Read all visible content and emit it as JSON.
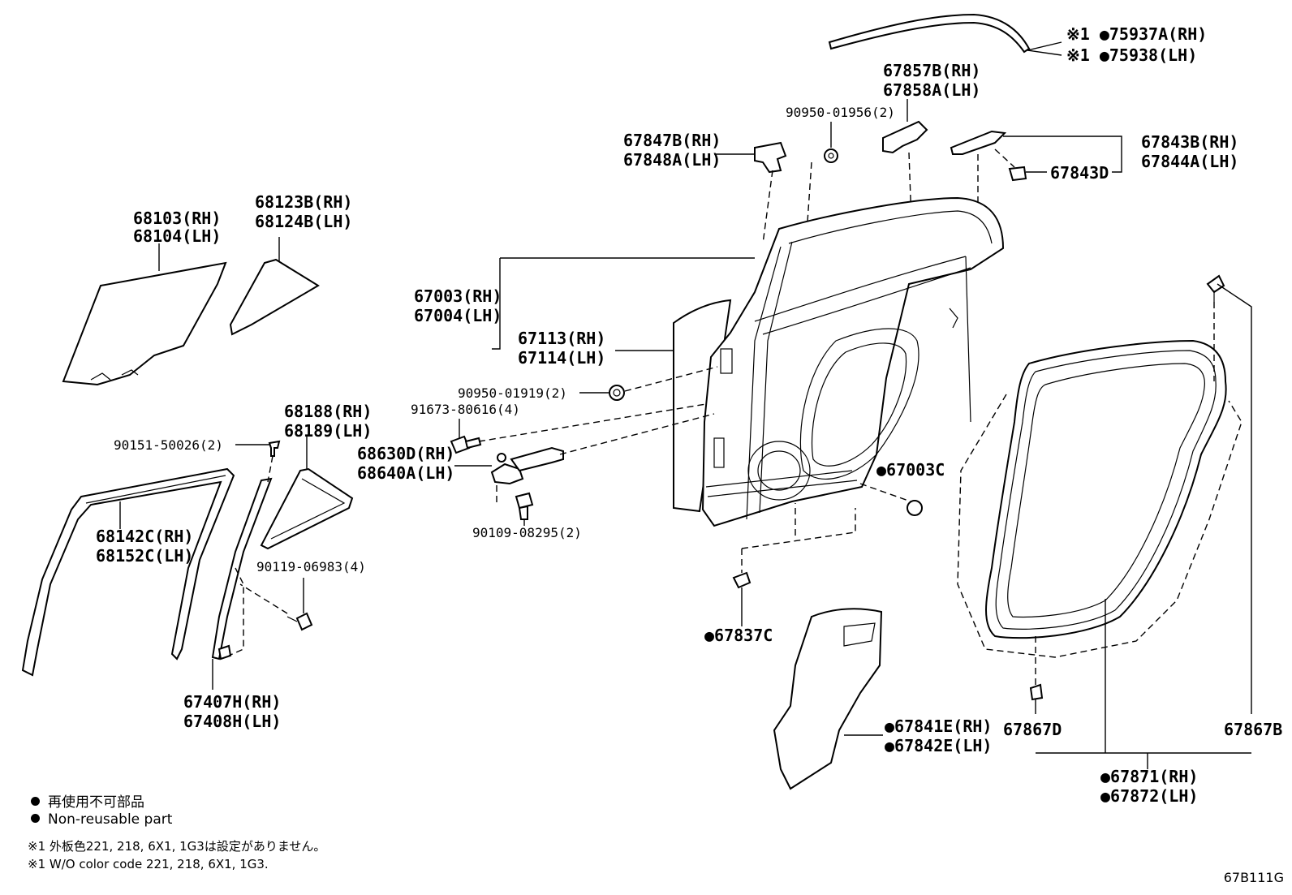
{
  "labels": {
    "p75937A": "※1 ●75937A(RH)",
    "p75938": "※1 ●75938(LH)",
    "p67857B": "67857B(RH)",
    "p67858A": "67858A(LH)",
    "p90950_01956": "90950-01956(2)",
    "p67847B": "67847B(RH)",
    "p67848A": "67848A(LH)",
    "p67843B": "67843B(RH)",
    "p67844A": "67844A(LH)",
    "p67843D": "67843D",
    "p68103": "68103(RH)",
    "p68104": "68104(LH)",
    "p68123B": "68123B(RH)",
    "p68124B": "68124B(LH)",
    "p67003": "67003(RH)",
    "p67004": "67004(LH)",
    "p67113": "67113(RH)",
    "p67114": "67114(LH)",
    "p90950_01919": "90950-01919(2)",
    "p91673_80616": "91673-80616(4)",
    "p68188": "68188(RH)",
    "p68189": "68189(LH)",
    "p90151_50026": "90151-50026(2)",
    "p68630D": "68630D(RH)",
    "p68640A": "68640A(LH)",
    "p67003C": "●67003C",
    "p90109_08295": "90109-08295(2)",
    "p68142C": "68142C(RH)",
    "p68152C": "68152C(LH)",
    "p90119_06983": "90119-06983(4)",
    "p67837C": "●67837C",
    "p67407H": "67407H(RH)",
    "p67408H": "67408H(LH)",
    "p67841E": "●67841E(RH)",
    "p67842E": "●67842E(LH)",
    "p67867D": "67867D",
    "p67867B": "67867B",
    "p67871": "●67871(RH)",
    "p67872": "●67872(LH)"
  },
  "legend": {
    "non_reusable_jp": "再使用不可部品",
    "non_reusable_en": "Non-reusable part",
    "note_jp": "※1 外板色221, 218, 6X1, 1G3は設定がありません。",
    "note_en": "※1 W/O color code 221, 218, 6X1, 1G3."
  },
  "diagram_code": "67B111G"
}
